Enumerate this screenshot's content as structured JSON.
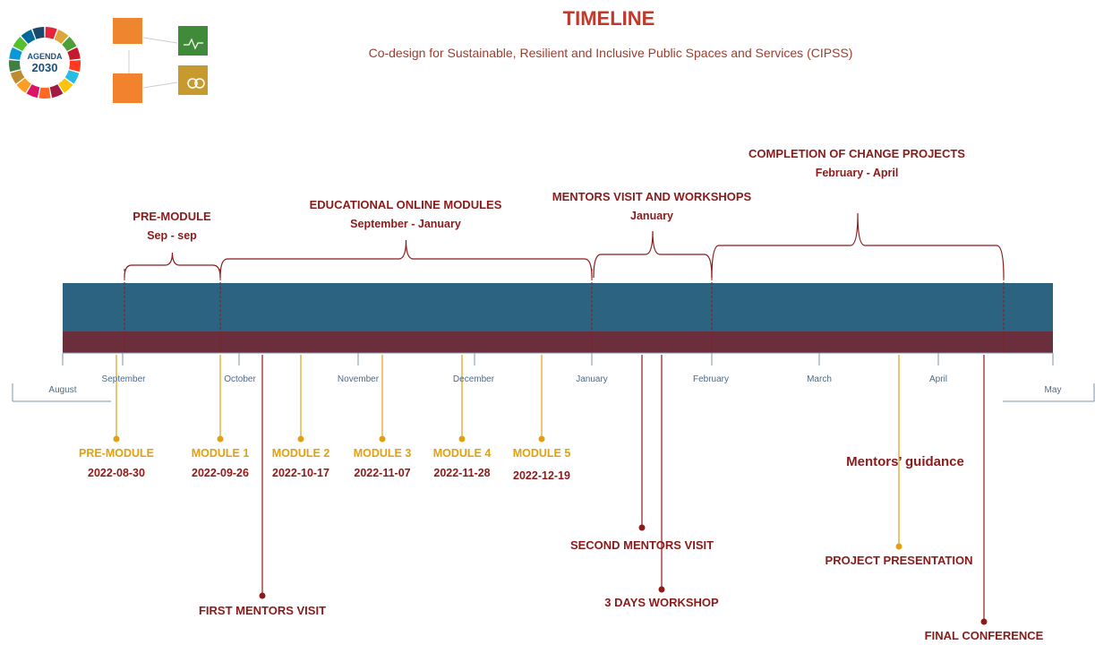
{
  "header": {
    "title": "TIMELINE",
    "subtitle": "Co-design for Sustainable, Resilient and Inclusive Public Spaces and Services (CIPSS)",
    "title_color": "#c0392b",
    "subtitle_color": "#a33a2a"
  },
  "logo": {
    "agenda_line1": "AGENDA",
    "agenda_line2": "2030",
    "sdg_icons": [
      "sdg-11-icon",
      "sdg-13-icon",
      "sdg-9-icon",
      "sdg-12-icon"
    ]
  },
  "colors": {
    "phase_text": "#8b1a1a",
    "module_text": "#e0a010",
    "date_text": "#8b1a1a",
    "bar_top": "#2c6380",
    "bar_bottom": "#6a2e3d",
    "module_marker": "#e0a010",
    "event_marker": "#8b1a1a"
  },
  "phases": [
    {
      "title": "PRE-MODULE",
      "period": "Sep - sep"
    },
    {
      "title": "EDUCATIONAL ONLINE MODULES",
      "period": "September - January"
    },
    {
      "title": "MENTORS VISIT AND WORKSHOPS",
      "period": "January"
    },
    {
      "title": "COMPLETION OF CHANGE PROJECTS",
      "period": "February - April"
    }
  ],
  "months": [
    "August",
    "September",
    "October",
    "November",
    "December",
    "January",
    "February",
    "March",
    "April",
    "May"
  ],
  "modules": [
    {
      "name": "PRE-MODULE",
      "date": "2022-08-30"
    },
    {
      "name": "MODULE 1",
      "date": "2022-09-26"
    },
    {
      "name": "MODULE 2",
      "date": "2022-10-17"
    },
    {
      "name": "MODULE 3",
      "date": "2022-11-07"
    },
    {
      "name": "MODULE 4",
      "date": "2022-11-28"
    },
    {
      "name": "MODULE 5",
      "date": "2022-12-19"
    }
  ],
  "events": [
    {
      "label": "FIRST MENTORS VISIT"
    },
    {
      "label": "SECOND MENTORS VISIT"
    },
    {
      "label": "3 DAYS WORKSHOP"
    },
    {
      "label": "PROJECT PRESENTATION"
    },
    {
      "label": "FINAL CONFERENCE"
    }
  ],
  "guidance": "Mentors’ guidance"
}
